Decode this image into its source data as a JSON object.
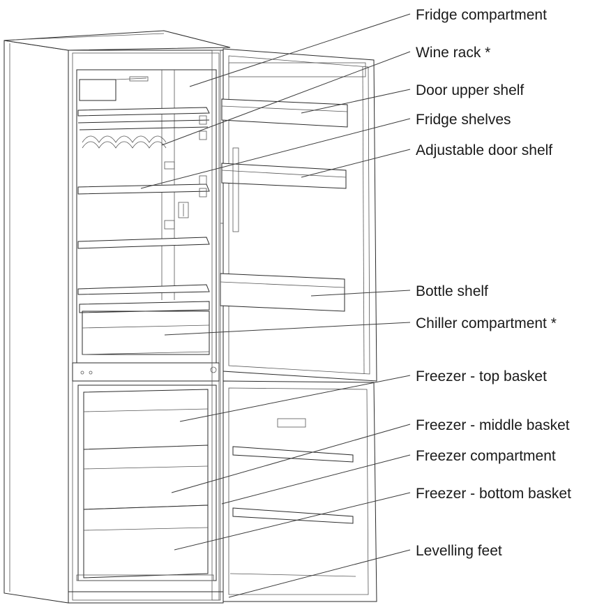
{
  "diagram": {
    "labels": [
      "Fridge compartment",
      "Wine rack *",
      "Door upper shelf",
      "Fridge shelves",
      "Adjustable door shelf",
      "Bottle shelf",
      "Chiller compartment *",
      "Freezer - top basket",
      "Freezer - middle basket",
      "Freezer compartment",
      "Freezer - bottom basket",
      "Levelling feet"
    ]
  }
}
